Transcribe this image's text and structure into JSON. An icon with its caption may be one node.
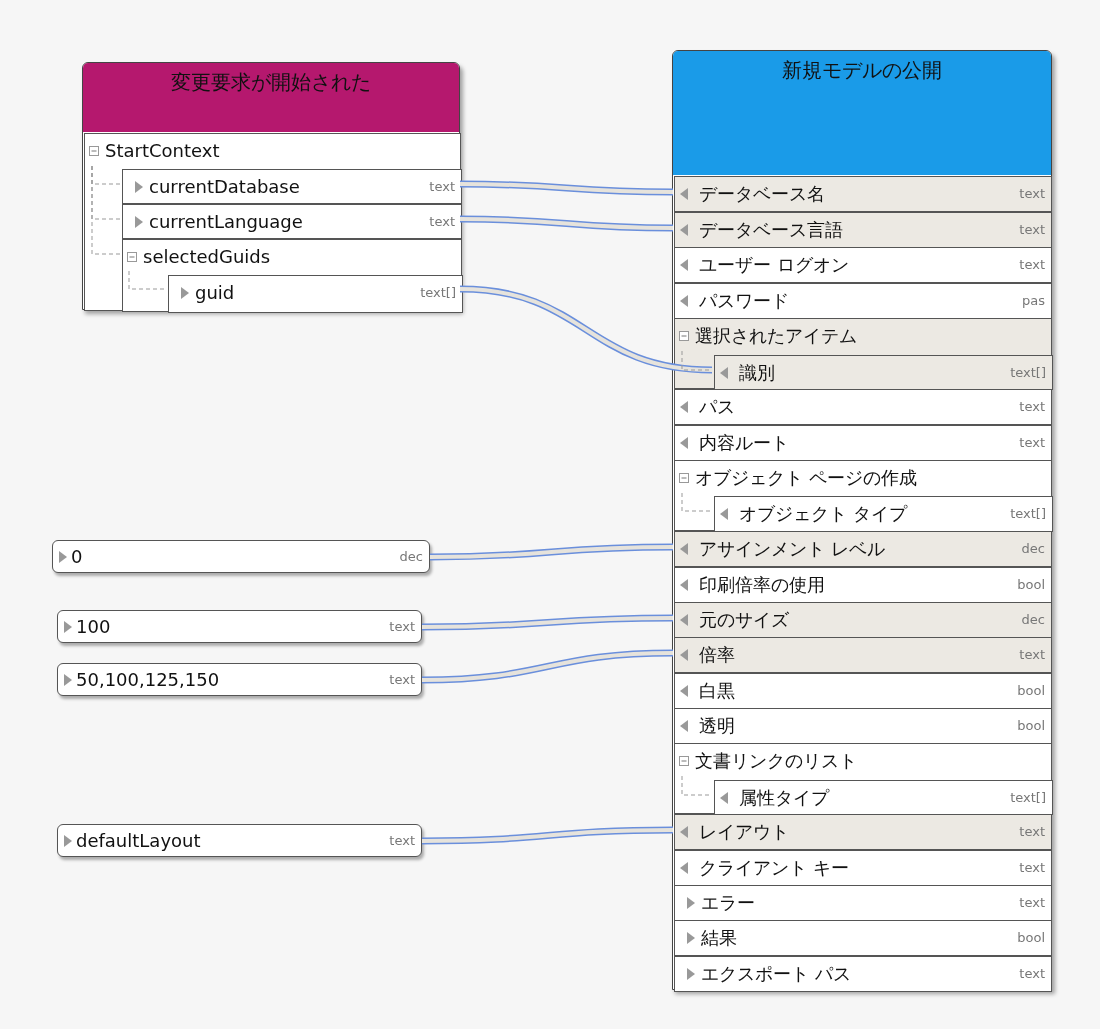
{
  "diagram": {
    "nodes": [
      {
        "text": [
          "変更要求が開始された"
        ]
      },
      {
        "text": [
          "StartContext"
        ],
        "in": 0
      },
      {
        "text": [
          "currentDatabase",
          "text"
        ],
        "in": 1
      },
      {
        "text": [
          "currentLanguage",
          "text"
        ],
        "in": 1
      },
      {
        "text": [
          "selectedGuids"
        ],
        "in": 1
      },
      {
        "text": [
          "guid",
          "text[]"
        ],
        "in": 4
      },
      {
        "text": [
          "新規モデルの公開"
        ]
      },
      {
        "text": [
          "データベース名",
          "text"
        ],
        "in": 6
      },
      {
        "text": [
          "データベース言語",
          "text"
        ],
        "in": 6
      },
      {
        "text": [
          "ユーザー ログオン",
          "text"
        ],
        "in": 6
      },
      {
        "text": [
          "パスワード",
          "pas"
        ],
        "in": 6
      },
      {
        "text": [
          "選択されたアイテム"
        ],
        "in": 6
      },
      {
        "text": [
          "識別",
          "text[]"
        ],
        "in": 11
      },
      {
        "text": [
          "パス",
          "text"
        ],
        "in": 6
      },
      {
        "text": [
          "内容ルート",
          "text"
        ],
        "in": 6
      },
      {
        "text": [
          "オブジェクト ページの作成"
        ],
        "in": 6
      },
      {
        "text": [
          "オブジェクト タイプ",
          "text[]"
        ],
        "in": 15
      },
      {
        "text": [
          "アサインメント レベル",
          "dec"
        ],
        "in": 6
      },
      {
        "text": [
          "印刷倍率の使用",
          "bool"
        ],
        "in": 6
      },
      {
        "text": [
          "元のサイズ",
          "dec"
        ],
        "in": 6
      },
      {
        "text": [
          "倍率",
          "text"
        ],
        "in": 6
      },
      {
        "text": [
          "白黒",
          "bool"
        ],
        "in": 6
      },
      {
        "text": [
          "透明",
          "bool"
        ],
        "in": 6
      },
      {
        "text": [
          "文書リンクのリスト"
        ],
        "in": 6
      },
      {
        "text": [
          "属性タイプ",
          "text[]"
        ],
        "in": 23
      },
      {
        "text": [
          "レイアウト",
          "text"
        ],
        "in": 6
      },
      {
        "text": [
          "クライアント キー",
          "text"
        ],
        "in": 6
      },
      {
        "text": [
          "エラー",
          "text"
        ],
        "in": 6
      },
      {
        "text": [
          "結果",
          "bool"
        ],
        "in": 6
      },
      {
        "text": [
          "エクスポート パス",
          "text"
        ],
        "in": 6
      },
      {
        "text": [
          "0",
          "dec"
        ]
      },
      {
        "text": [
          "100",
          "text"
        ]
      },
      {
        "text": [
          "50,100,125,150",
          "text"
        ]
      },
      {
        "text": [
          "defaultLayout",
          "text"
        ]
      }
    ],
    "edges": [
      {
        "from": 2,
        "to": 7,
        "arrow": "none",
        "style": "thick"
      },
      {
        "from": 3,
        "to": 8,
        "arrow": "none",
        "style": "thick"
      },
      {
        "from": 5,
        "to": 12,
        "arrow": "none",
        "style": "thick"
      },
      {
        "from": 30,
        "to": 17,
        "arrow": "none",
        "style": "thick"
      },
      {
        "from": 31,
        "to": 19,
        "arrow": "none",
        "style": "thick"
      },
      {
        "from": 32,
        "to": 20,
        "arrow": "none",
        "style": "thick"
      },
      {
        "from": 33,
        "to": 25,
        "arrow": "none",
        "style": "thick"
      },
      {
        "from": 1,
        "to": 2,
        "arrow": "none",
        "style": "dashed",
        "color": "#999999"
      },
      {
        "from": 1,
        "to": 3,
        "arrow": "none",
        "style": "dashed",
        "color": "#999999"
      },
      {
        "from": 1,
        "to": 4,
        "arrow": "none",
        "style": "dashed",
        "color": "#999999"
      },
      {
        "from": 4,
        "to": 5,
        "arrow": "none",
        "style": "dashed",
        "color": "#999999"
      },
      {
        "from": 11,
        "to": 12,
        "arrow": "none",
        "style": "dashed",
        "color": "#999999"
      },
      {
        "from": 15,
        "to": 16,
        "arrow": "none",
        "style": "dashed",
        "color": "#999999"
      },
      {
        "from": 23,
        "to": 24,
        "arrow": "none",
        "style": "dashed",
        "color": "#999999"
      }
    ]
  }
}
